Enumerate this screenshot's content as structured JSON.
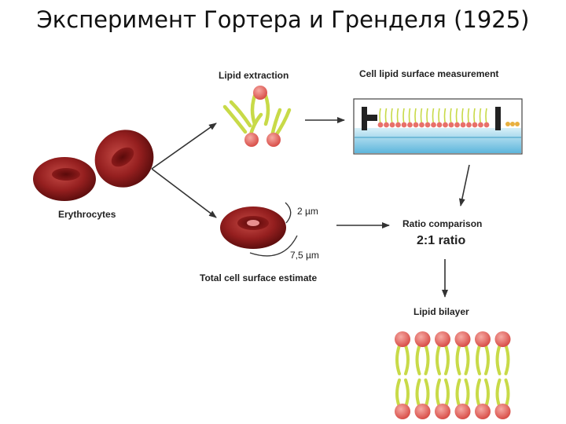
{
  "title": "Эксперимент Гортера и Гренделя (1925)",
  "labels": {
    "lipid_extraction": "Lipid extraction",
    "cell_lipid_surface": "Cell lipid surface measurement",
    "erythrocytes": "Erythrocytes",
    "ratio_comparison": "Ratio comparison",
    "ratio_value": "2:1 ratio",
    "thickness": "2 µm",
    "diameter": "7,5 µm",
    "total_surface": "Total cell surface estimate",
    "lipid_bilayer": "Lipid bilayer"
  },
  "colors": {
    "lipid_head": "#e8706a",
    "lipid_tail": "#c8da48",
    "cell": "#8e1c1c",
    "water": "#79c4e2"
  }
}
